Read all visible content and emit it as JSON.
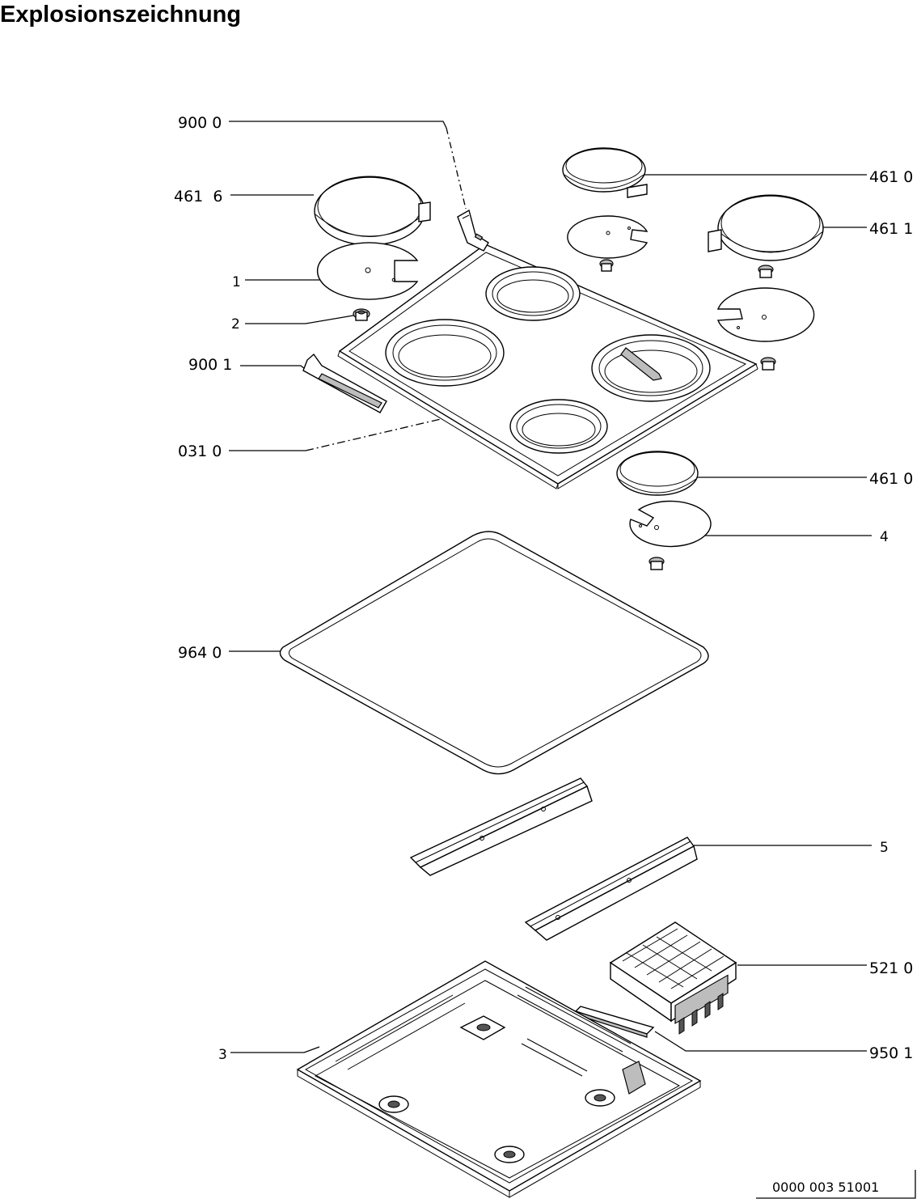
{
  "title": "Explosionszeichnung",
  "doc_number": "0000 003 51001",
  "callouts": {
    "top_bracket": "900 0",
    "plate_rear_left": "461  6",
    "plate_rear_right_top": "461 0",
    "plate_right": "461 1",
    "reflector_left": "1",
    "nut_left": "2",
    "bracket_left": "900 1",
    "hob_top": "031 0",
    "plate_front": "461 0",
    "reflector_front": "4",
    "seal": "964 0",
    "rail": "5",
    "terminal_box": "521 0",
    "strip": "950 1",
    "base_tray": "3"
  }
}
